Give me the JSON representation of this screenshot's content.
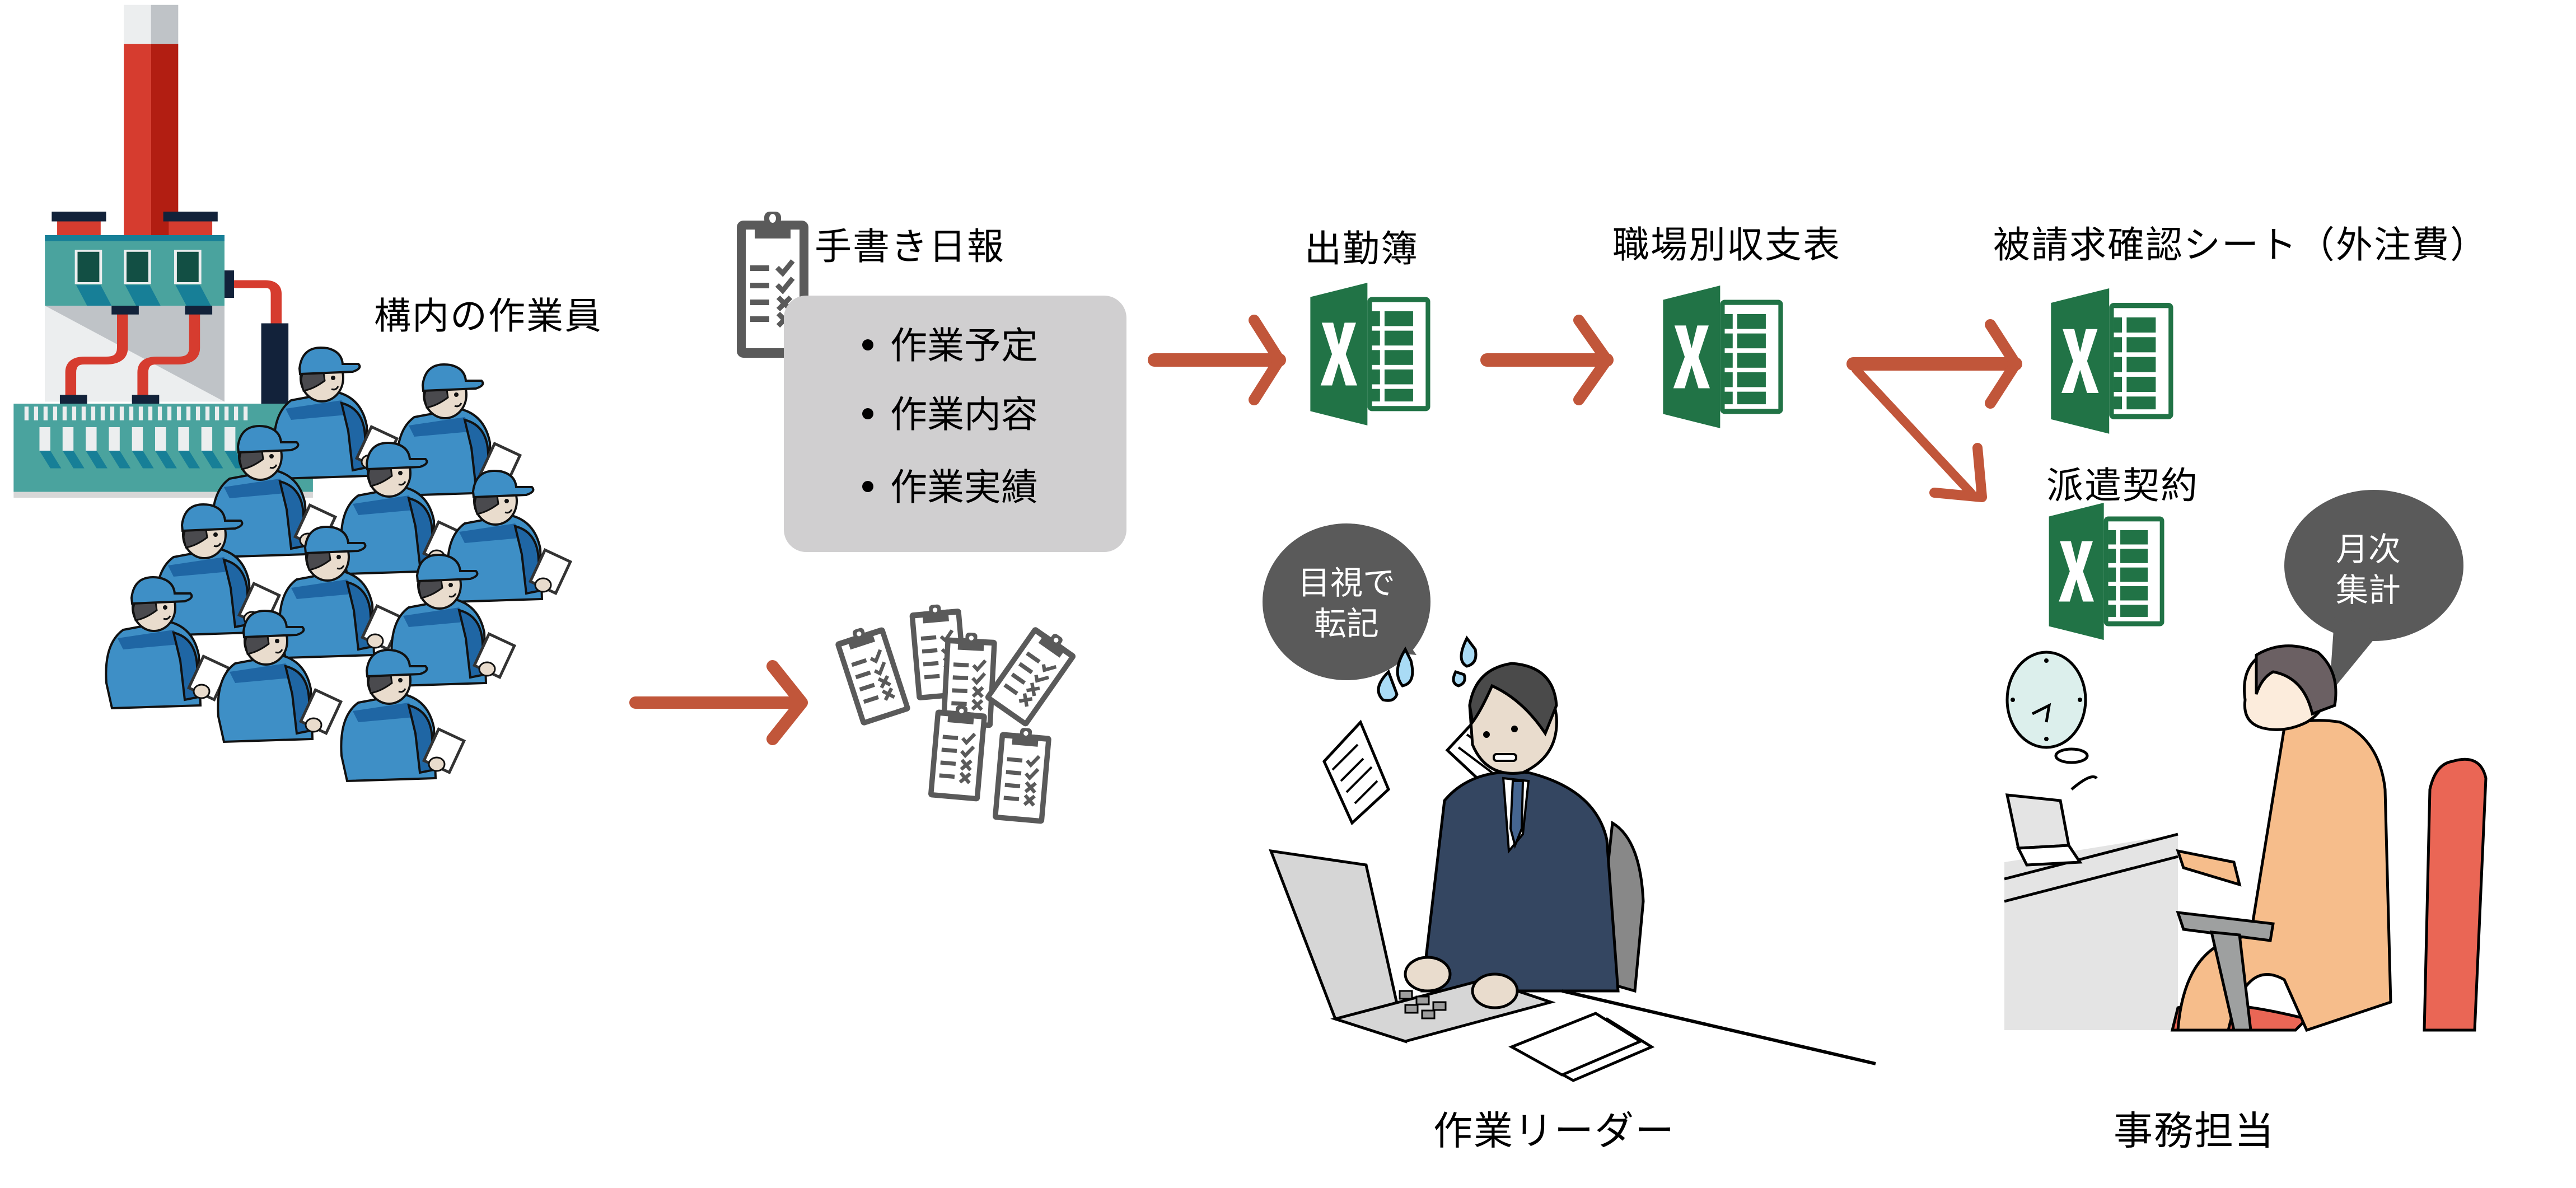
{
  "diagram": {
    "title": "Manual workflow of handwritten daily reports to Excel",
    "colors": {
      "arrow": "#c1563a",
      "excel_green": "#217346",
      "bubble": "#5a5a5a",
      "box": "#d0cfd0",
      "worker_blue": "#3e8fc6",
      "worker_dark_blue": "#1f66a4",
      "suit": "#344661",
      "factory_teal": "#4aa39e",
      "factory_red": "#d63c2f",
      "office_orange": "#f6bd8b",
      "chair_red": "#ea6655"
    }
  },
  "nodes": {
    "workers": {
      "label": "構内の作業員",
      "icon": "factory-workers-illustration"
    },
    "daily_report": {
      "title": "手書き日報",
      "icon": "clipboard-checklist-icon",
      "items": [
        "作業予定",
        "作業内容",
        "作業実績"
      ]
    },
    "paper_pile": {
      "icon": "clipboard-stack-icon"
    },
    "attendance": {
      "label": "出勤簿",
      "icon": "excel-icon"
    },
    "site_pl": {
      "label": "職場別収支表",
      "icon": "excel-icon"
    },
    "invoice_check": {
      "label": "被請求確認シート（外注費）",
      "icon": "excel-icon"
    },
    "dispatch_contract": {
      "label": "派遣契約",
      "icon": "excel-icon"
    }
  },
  "people": {
    "leader": {
      "label": "作業リーダー",
      "speech": [
        "目視で",
        "転記"
      ]
    },
    "office": {
      "label": "事務担当",
      "speech": [
        "月次",
        "集計"
      ]
    }
  },
  "edges": [
    {
      "from": "workers",
      "to": "paper_pile"
    },
    {
      "from": "daily_report",
      "to": "attendance"
    },
    {
      "from": "attendance",
      "to": "site_pl"
    },
    {
      "from": "site_pl",
      "to": "invoice_check"
    },
    {
      "from": "site_pl",
      "to": "dispatch_contract"
    }
  ]
}
